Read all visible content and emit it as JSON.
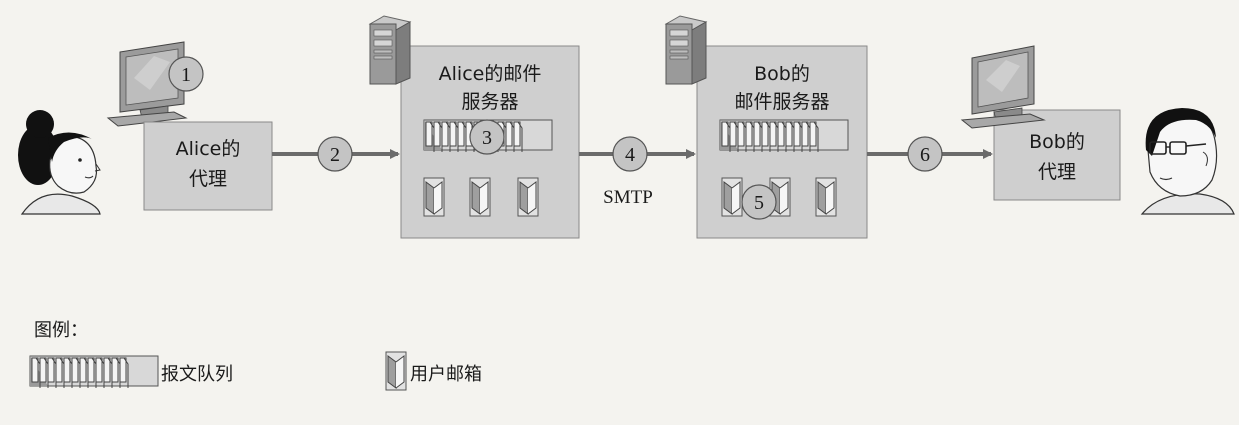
{
  "diagram": {
    "alice_agent": {
      "line1": "Alice的",
      "line2": "代理"
    },
    "alice_server": {
      "line1": "Alice的邮件",
      "line2": "服务器"
    },
    "bob_server": {
      "line1": "Bob的",
      "line2": "邮件服务器"
    },
    "bob_agent": {
      "line1": "Bob的",
      "line2": "代理"
    },
    "protocol_label": "SMTP",
    "steps": [
      "1",
      "2",
      "3",
      "4",
      "5",
      "6"
    ]
  },
  "legend": {
    "title": "图例：",
    "message_queue": "报文队列",
    "user_mailbox": "用户邮箱"
  },
  "colors": {
    "box_fill": "#cfcfcf",
    "box_stroke": "#8a8a8a",
    "arrow": "#6b6b6b",
    "circle_fill": "#c4c4c4",
    "background": "#f4f3ef"
  },
  "icons": [
    "computer-icon",
    "server-icon",
    "person-icon"
  ]
}
